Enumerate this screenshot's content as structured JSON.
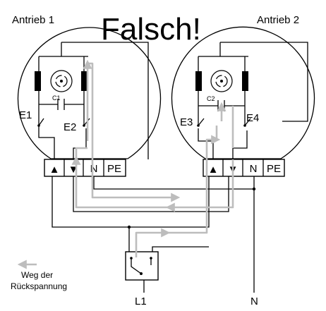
{
  "title": "Falsch!",
  "drive1": {
    "label": "Antrieb 1",
    "capacitor": "C1",
    "limit_left": "E1",
    "limit_right": "E2"
  },
  "drive2": {
    "label": "Antrieb 2",
    "capacitor": "C2",
    "limit_left": "E3",
    "limit_right": "E4"
  },
  "terminals": {
    "up": "▲",
    "down": "▼",
    "neutral": "N",
    "earth": "PE"
  },
  "supply": {
    "phase": "L1",
    "neutral": "N"
  },
  "legend": {
    "line1": "Weg der",
    "line2": "Rückspannung"
  },
  "colors": {
    "wire": "#000000",
    "back_voltage_path": "#bdbdbd"
  }
}
